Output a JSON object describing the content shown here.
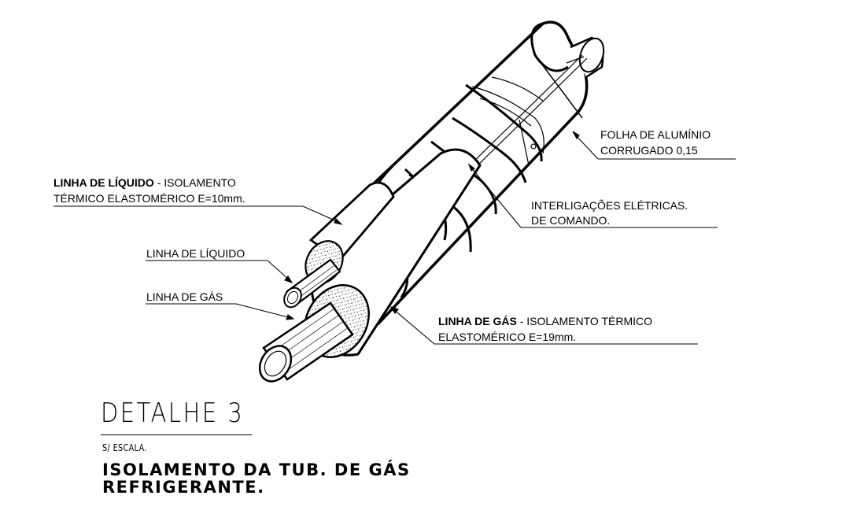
{
  "labels": {
    "folha_l1": "FOLHA DE ALUMÍNIO",
    "folha_l2": "CORRUGADO 0,15",
    "interlig_l1": "INTERLIGAÇÕES ELÉTRICAS.",
    "interlig_l2": "DE COMANDO.",
    "liq_iso_bold": "LINHA DE LÍQUIDO",
    "liq_iso_rest": " - ISOLAMENTO",
    "liq_iso_l2": "TÉRMICO ELASTOMÉRICO E=10mm.",
    "linha_liquido": "LINHA DE LÍQUIDO",
    "linha_gas": "LINHA DE GÁS",
    "gas_iso_bold": "LINHA DE GÁS",
    "gas_iso_rest": " - ISOLAMENTO TÉRMICO",
    "gas_iso_l2": "ELASTOMÉRICO E=19mm."
  },
  "title": {
    "detail": "DETALHE 3",
    "scale": "S/ ESCALA.",
    "subtitle_l1": "ISOLAMENTO DA TUB. DE GÁS",
    "subtitle_l2": "REFRIGERANTE."
  }
}
